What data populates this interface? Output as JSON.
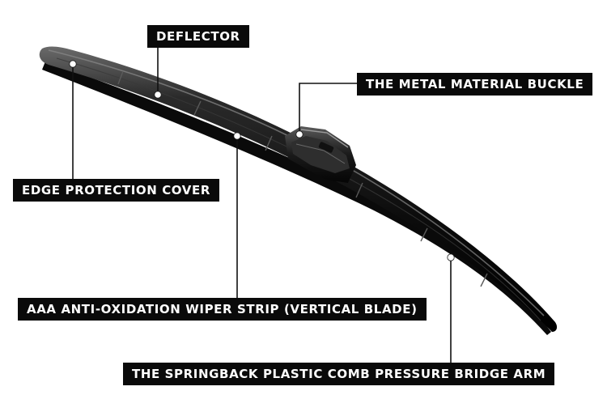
{
  "diagram": {
    "colors": {
      "background": "#ffffff",
      "label_bg": "#0a0a0a",
      "label_text": "#ffffff",
      "leader": "#111111",
      "blade": "#141414"
    },
    "callouts": [
      {
        "id": "deflector",
        "text": "DEFLECTOR"
      },
      {
        "id": "buckle",
        "text": "THE METAL MATERIAL BUCKLE"
      },
      {
        "id": "edge",
        "text": "EDGE PROTECTION COVER"
      },
      {
        "id": "strip",
        "text": "AAA ANTI-OXIDATION WIPER STRIP (VERTICAL BLADE)"
      },
      {
        "id": "arm",
        "text": "THE SPRINGBACK PLASTIC COMB PRESSURE BRIDGE ARM"
      }
    ]
  }
}
